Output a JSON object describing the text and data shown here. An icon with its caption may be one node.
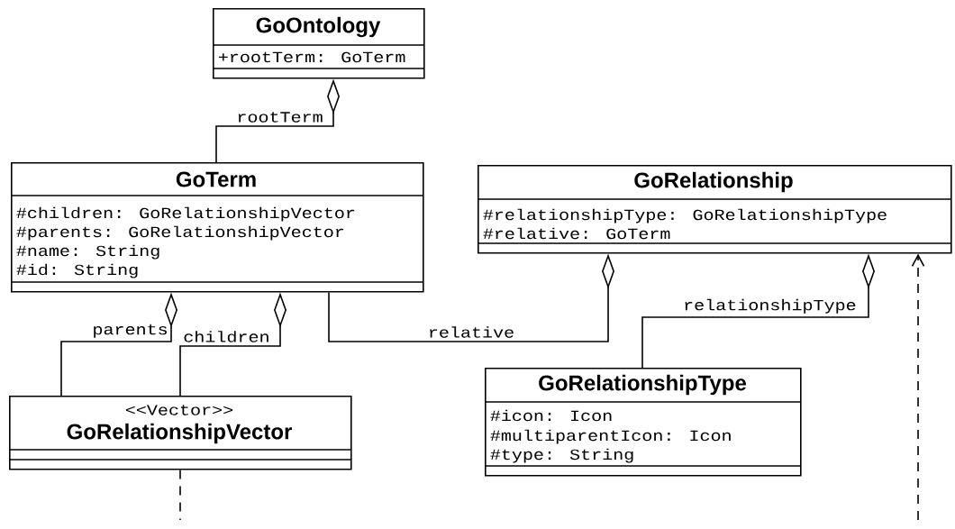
{
  "diagram": {
    "nodes": [
      {
        "text": [
          "GoOntology",
          "+rootTerm: GoTerm"
        ]
      },
      {
        "text": [
          "GoTerm",
          "#children: GoRelationshipVector",
          "#parents: GoRelationshipVector",
          "#name: String",
          "#id: String"
        ]
      },
      {
        "text": [
          "GoRelationship",
          "#relationshipType: GoRelationshipType",
          "#relative: GoTerm"
        ]
      },
      {
        "text": [
          "<<Vector>>",
          "GoRelationshipVector"
        ]
      },
      {
        "text": [
          "GoRelationshipType",
          "#icon: Icon",
          "#multiparentIcon: Icon",
          "#type: String"
        ]
      }
    ],
    "edges": [
      {
        "from": 0,
        "to": 1,
        "arrow": "other",
        "label": "rootTerm"
      },
      {
        "from": 1,
        "to": 3,
        "arrow": "other",
        "label": "parents"
      },
      {
        "from": 1,
        "to": 3,
        "arrow": "other",
        "label": "children"
      },
      {
        "from": 2,
        "to": 1,
        "arrow": "other",
        "label": "relative"
      },
      {
        "from": 2,
        "to": 4,
        "arrow": "other",
        "label": "relationshipType"
      },
      {
        "from": 3,
        "to": null,
        "arrow": "none",
        "style": "dashed"
      },
      {
        "from": null,
        "to": 2,
        "arrow": "to",
        "style": "dashed"
      }
    ]
  }
}
